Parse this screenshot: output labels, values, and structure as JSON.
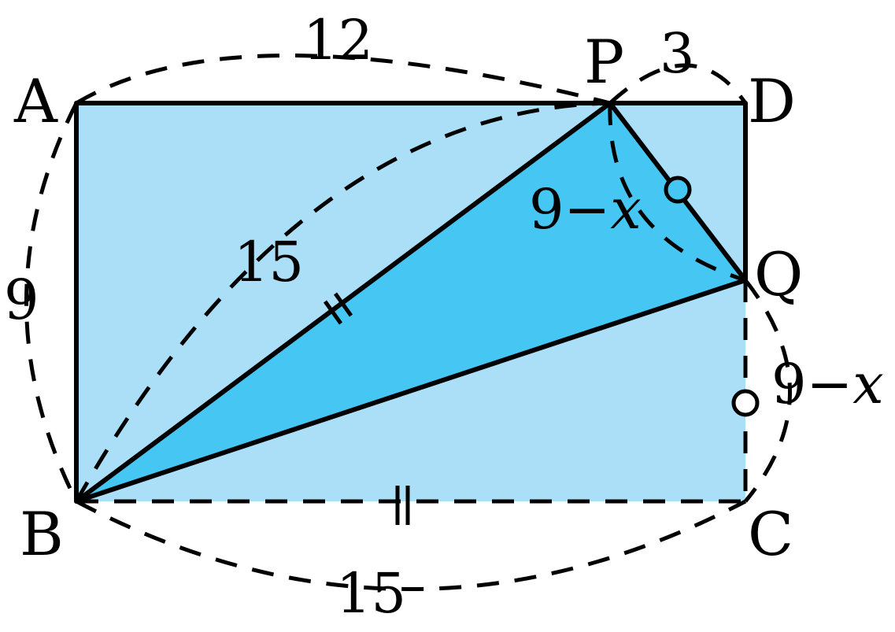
{
  "points": {
    "A": "A",
    "B": "B",
    "C": "C",
    "D": "D",
    "P": "P",
    "Q": "Q"
  },
  "lengths": {
    "top_AP": "12",
    "top_PD": "3",
    "left_AB": "9",
    "bottom_BC": "15",
    "diag_BP": "15",
    "PQ_num": "9",
    "PQ_var": "x",
    "QC_num": "9",
    "QC_var": "x",
    "minus": "−"
  },
  "colors": {
    "rect_fill": "#ABDFF8",
    "triangle_fill": "#46C6F2",
    "stroke": "#000000"
  }
}
